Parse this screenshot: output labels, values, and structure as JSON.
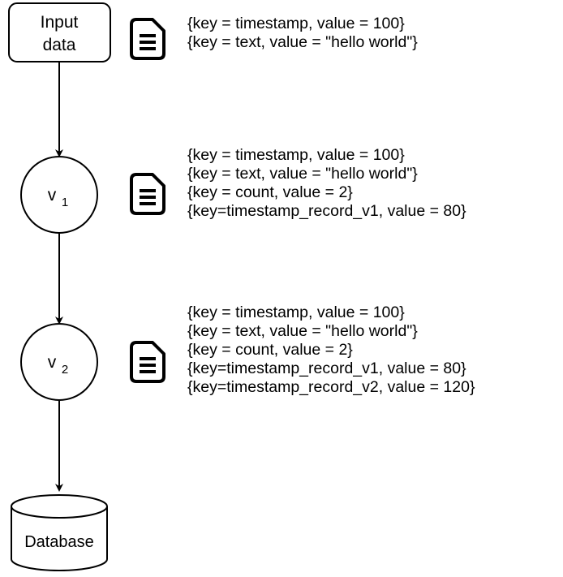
{
  "nodes": {
    "input": {
      "line1": "Input",
      "line2": "data"
    },
    "v1": {
      "base": "v",
      "sub": "1"
    },
    "v2": {
      "base": "v",
      "sub": "2"
    },
    "database": {
      "label": "Database"
    }
  },
  "icons": {
    "document": "document-icon"
  },
  "records": {
    "input": [
      "{key = timestamp, value = 100}",
      "{key = text, value = \"hello world\"}"
    ],
    "v1": [
      "{key = timestamp, value = 100}",
      "{key = text, value = \"hello world\"}",
      "{key = count, value = 2}",
      "{key=timestamp_record_v1, value = 80}"
    ],
    "v2": [
      "{key = timestamp, value = 100}",
      "{key = text, value = \"hello world\"}",
      "{key = count, value = 2}",
      "{key=timestamp_record_v1, value = 80}",
      "{key=timestamp_record_v2, value = 120}"
    ]
  }
}
